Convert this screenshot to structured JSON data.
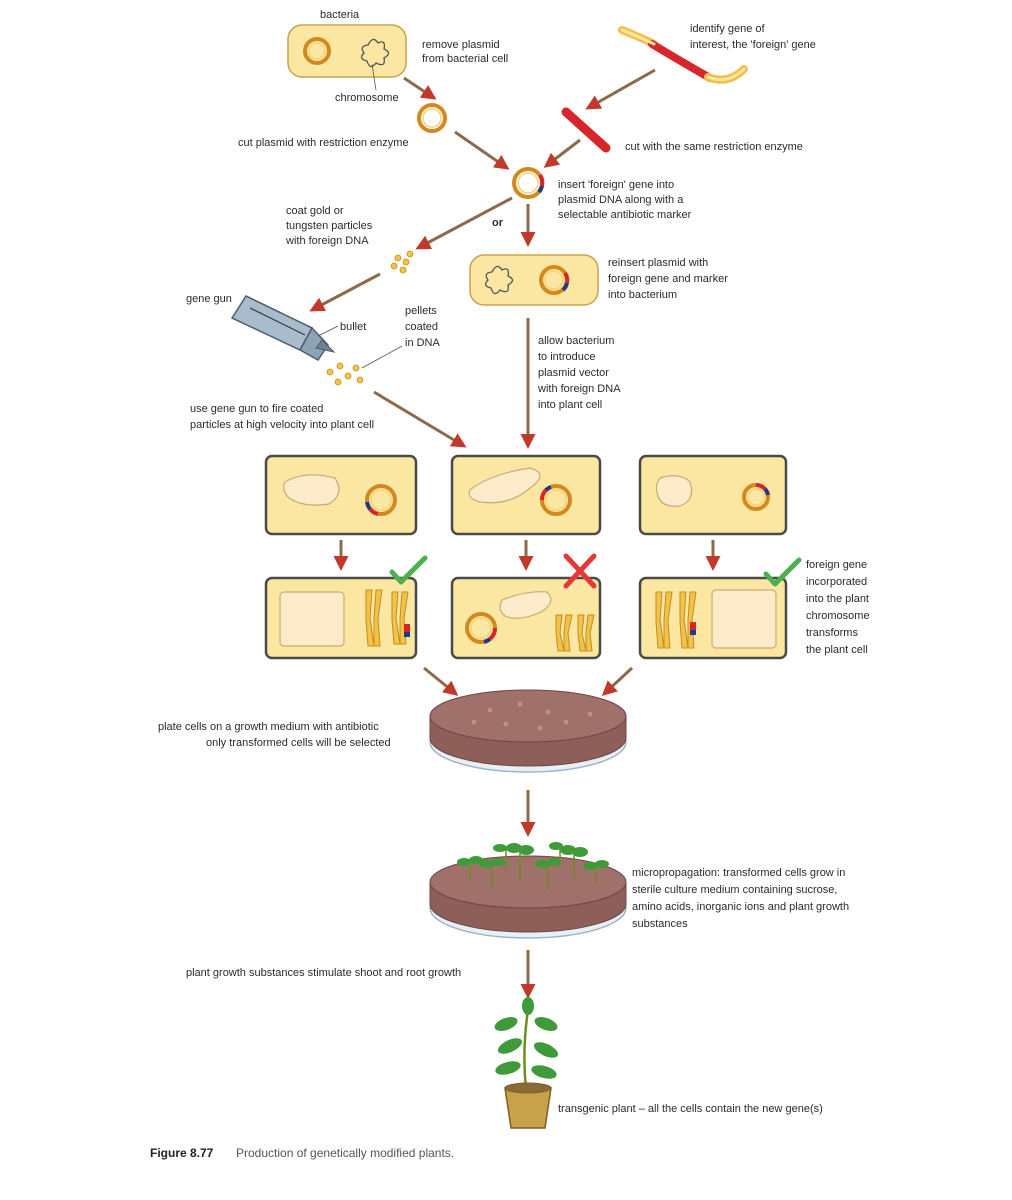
{
  "labels": {
    "bacteria": "bacteria",
    "remove_plasmid_1": "remove plasmid",
    "remove_plasmid_2": "from bacterial cell",
    "chromosome": "chromosome",
    "identify_1": "identify gene of",
    "identify_2": "interest, the 'foreign' gene",
    "cut_plasmid": "cut plasmid with restriction enzyme",
    "cut_same": "cut with the same restriction enzyme",
    "insert_1": "insert 'foreign' gene into",
    "insert_2": "plasmid DNA along with a",
    "insert_3": "selectable antibiotic marker",
    "or": "or",
    "coat_1": "coat gold or",
    "coat_2": "tungsten particles",
    "coat_3": "with foreign DNA",
    "reinsert_1": "reinsert plasmid with",
    "reinsert_2": "foreign gene and marker",
    "reinsert_3": "into bacterium",
    "gene_gun": "gene gun",
    "bullet": "bullet",
    "pellets_1": "pellets",
    "pellets_2": "coated",
    "pellets_3": "in DNA",
    "allow_1": "allow bacterium",
    "allow_2": "to introduce",
    "allow_3": "plasmid vector",
    "allow_4": "with foreign DNA",
    "allow_5": "into plant cell",
    "fire_1": "use gene gun to fire coated",
    "fire_2": "particles at high velocity into plant cell",
    "foreign_1": "foreign gene",
    "foreign_2": "incorporated",
    "foreign_3": "into the plant",
    "foreign_4": "chromosome",
    "foreign_5": "transforms",
    "foreign_6": "the plant cell",
    "plate_1": "plate cells on a growth medium with antibiotic",
    "plate_2": "only transformed cells will be selected",
    "micro_1": "micropropagation: transformed cells grow in",
    "micro_2": "sterile culture medium containing sucrose,",
    "micro_3": "amino acids, inorganic ions and plant growth",
    "micro_4": "substances",
    "growth": "plant growth substances stimulate shoot and root growth",
    "transgenic": "transgenic plant – all the cells contain the new gene(s)"
  },
  "caption": {
    "number": "Figure 8.77",
    "text": "Production of genetically modified plants."
  },
  "colors": {
    "cell_fill": "#fbe6a2",
    "plasmid": "#d18a1f",
    "foreign_gene": "#d7262b",
    "marker": "#1f3a8a",
    "arrow_shaft": "#8d6a4a",
    "arrow_head": "#c0392b",
    "tick": "#4caf50",
    "cross": "#e53935",
    "agar": "#a0706a"
  },
  "icons": {
    "selected": "check-icon",
    "rejected": "cross-icon"
  }
}
